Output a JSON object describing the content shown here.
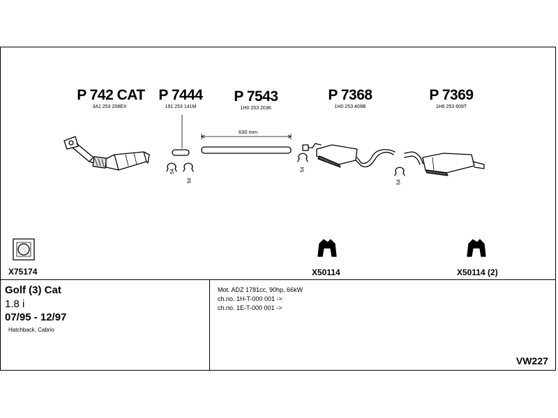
{
  "parts": [
    {
      "number": "P 742 CAT",
      "oem": "3A1 253 208EX"
    },
    {
      "number": "P 7444",
      "oem": "191 253 141M"
    },
    {
      "number": "P 7543",
      "oem": "1H0 253 203K"
    },
    {
      "number": "P 7368",
      "oem": "1H0 253 409B"
    },
    {
      "number": "P 7369",
      "oem": "1H6 253 609T"
    }
  ],
  "dimension_label": "630 mm",
  "clamp_size": "54",
  "accessories": {
    "gasket": "X75174",
    "mount_1": "X50114",
    "mount_2": "X50114 (2)"
  },
  "vehicle": {
    "model": "Golf (3) Cat",
    "engine": "1.8 i",
    "years": "07/95 - 12/97",
    "body": "Hatchback, Cabrio"
  },
  "specs": {
    "motor": "Mot. ADZ 1781cc, 90hp, 66kW",
    "chassis_1": "ch.no. 1H-T-000 001 ->",
    "chassis_2": "ch.no. 1E-T-000 001 ->"
  },
  "diagram_code": "VW227"
}
